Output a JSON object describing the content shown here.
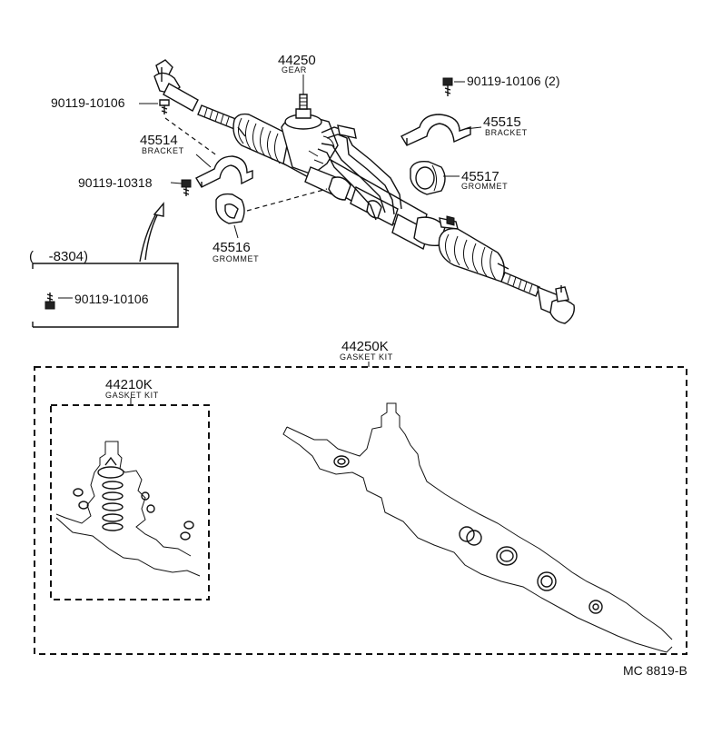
{
  "parts": {
    "gear": {
      "number": "44250",
      "caption": "GEAR"
    },
    "bolt_top_left": {
      "number": "90119-10106"
    },
    "bolt_top_right": {
      "number": "90119-10106 (2)"
    },
    "bracket_right": {
      "number": "45515",
      "caption": "BRACKET"
    },
    "bracket_left": {
      "number": "45514",
      "caption": "BRACKET"
    },
    "grommet_right": {
      "number": "45517",
      "caption": "GROMMET"
    },
    "bolt_left": {
      "number": "90119-10318"
    },
    "grommet_left": {
      "number": "45516",
      "caption": "GROMMET"
    }
  },
  "variant_box": {
    "range": "(    -8304)",
    "bolt": {
      "number": "90119-10106"
    }
  },
  "kits": {
    "outer": {
      "number": "44250K",
      "caption": "GASKET KIT"
    },
    "inner": {
      "number": "44210K",
      "caption": "GASKET KIT"
    }
  },
  "diagram_code": "MC 8819-B"
}
